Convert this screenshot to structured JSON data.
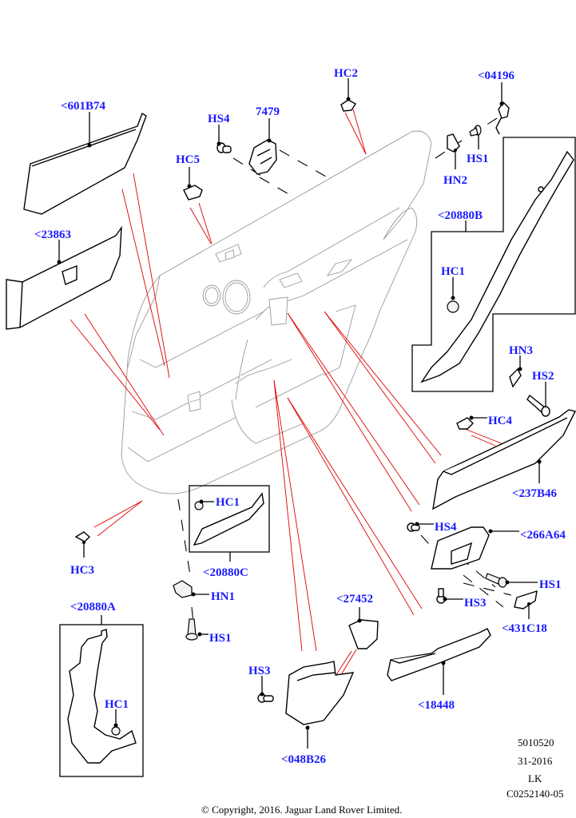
{
  "diagram": {
    "title": "Rear door trim panel exploded parts diagram",
    "accent_color": "#1a1aff",
    "callout_line_color": "#e00000",
    "callouts": {
      "c601b74": "<601B74",
      "c23863": "<23863",
      "hs4_top": "HS4",
      "c7479": "7479",
      "hc5": "HC5",
      "hc2": "HC2",
      "c04196": "<04196",
      "hs1_top": "HS1",
      "hn2": "HN2",
      "c20880b": "<20880B",
      "hc1_b": "HC1",
      "hn3": "HN3",
      "hs2": "HS2",
      "hc4": "HC4",
      "c237b46": "<237B46",
      "hs4_mid": "HS4",
      "c266a64": "<266A64",
      "hs1_mid": "HS1",
      "hs3_mid": "HS3",
      "c431c18": "<431C18",
      "c18448": "<18448",
      "c27452": "<27452",
      "hs3_bot": "HS3",
      "c048b26": "<048B26",
      "hc1_c": "HC1",
      "c20880c": "<20880C",
      "hc3": "HC3",
      "hn1": "HN1",
      "hs1_bot": "HS1",
      "c20880a": "<20880A",
      "hc1_a": "HC1"
    },
    "metadata": {
      "code": "5010520",
      "date": "31-2016",
      "initials": "LK",
      "ref": "C0252140-05"
    },
    "copyright": "© Copyright, 2016. Jaguar Land Rover Limited."
  }
}
